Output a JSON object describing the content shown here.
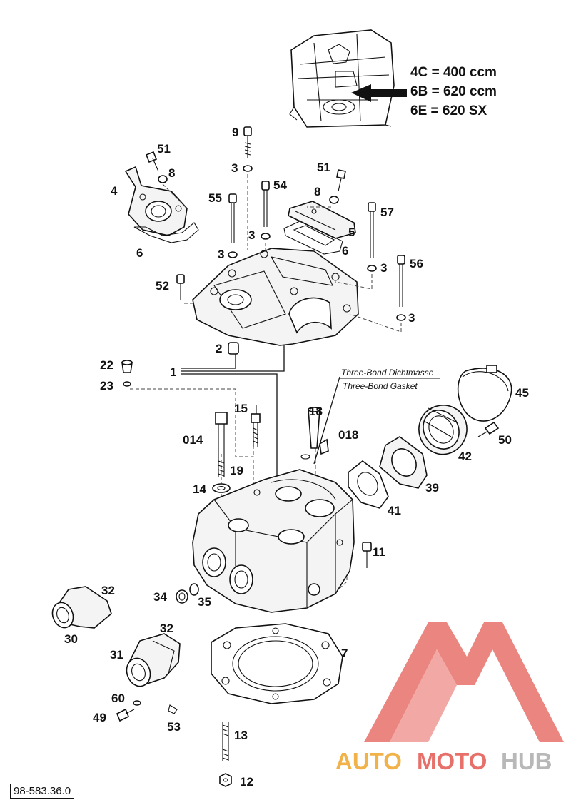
{
  "legend": {
    "lines": [
      "4C = 400 ccm",
      "6B = 620 ccm",
      "6E = 620 SX"
    ]
  },
  "notes": {
    "line1": "Three-Bond Dichtmasse",
    "line2": "Three-Bond Gasket"
  },
  "callouts": {
    "n9": "9",
    "n51a": "51",
    "n8a": "8",
    "n4": "4",
    "n6a": "6",
    "n3a": "3",
    "n55": "55",
    "n54": "54",
    "n51b": "51",
    "n8b": "8",
    "n57": "57",
    "n3b": "3",
    "n5": "5",
    "n3c": "3",
    "n6b": "6",
    "n3d": "3",
    "n56": "56",
    "n52": "52",
    "n3e": "3",
    "n2": "2",
    "n1": "1",
    "n22": "22",
    "n23": "23",
    "n15": "15",
    "n18": "18",
    "n45": "45",
    "n50": "50",
    "n014": "014",
    "n018": "018",
    "n19": "19",
    "n42": "42",
    "n14": "14",
    "n39": "39",
    "n41": "41",
    "n11": "11",
    "n32a": "32",
    "n34": "34",
    "n35": "35",
    "n30": "30",
    "n32b": "32",
    "n7": "7",
    "n31": "31",
    "n60": "60",
    "n49": "49",
    "n53": "53",
    "n13": "13",
    "n12": "12"
  },
  "drawing_number": "98-583.36.0",
  "watermark": {
    "part1": "AUTO",
    "part2": "MOTO",
    "part3": "HUB",
    "color_orange": "#f2b24a",
    "color_red": "#e8706a",
    "color_gray": "#b8b8b8"
  }
}
